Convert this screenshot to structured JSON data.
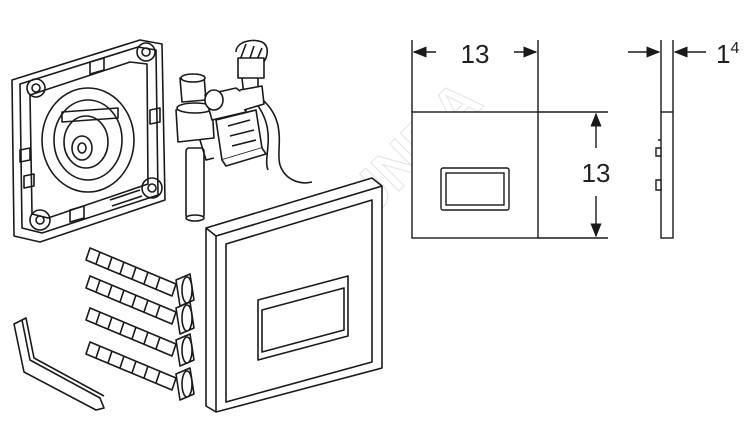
{
  "watermark": {
    "text": "© LUNDA"
  },
  "dimensions": {
    "front_width": "13",
    "front_height": "13",
    "side_depth_main": "1",
    "side_depth_sup": "4"
  },
  "parts": {
    "mounting_plate": "mounting-plate",
    "valve_unit": "valve-unit-with-cable",
    "screws": 4,
    "allen_key": "allen-key",
    "cover_plate": "flush-cover-plate"
  },
  "colors": {
    "line": "#1a1a1a",
    "fill": "#ffffff",
    "watermark": "#e6e6e6"
  }
}
